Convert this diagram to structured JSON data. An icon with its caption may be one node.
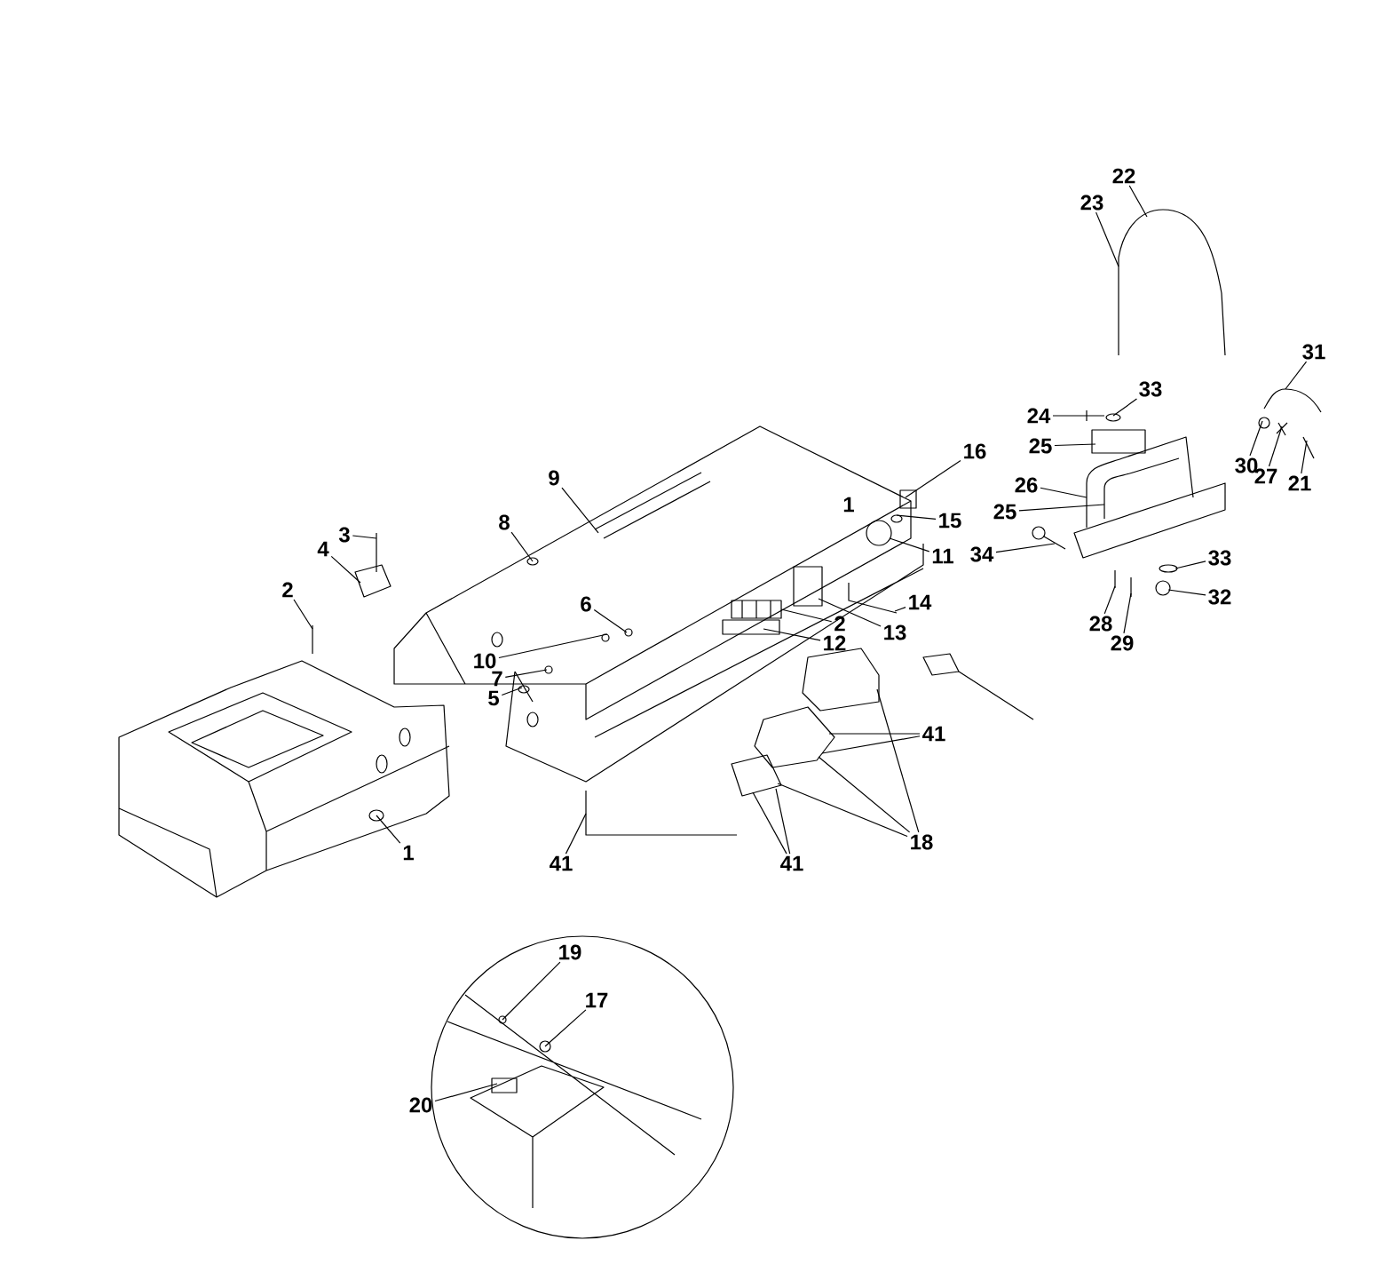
{
  "diagram": {
    "nodes": [
      {
        "text": [
          "22"
        ]
      },
      {
        "text": [
          "23"
        ]
      },
      {
        "text": [
          "31"
        ]
      },
      {
        "text": [
          "33"
        ]
      },
      {
        "text": [
          "24"
        ]
      },
      {
        "text": [
          "25"
        ]
      },
      {
        "text": [
          "30"
        ]
      },
      {
        "text": [
          "27"
        ]
      },
      {
        "text": [
          "21"
        ]
      },
      {
        "text": [
          "16"
        ]
      },
      {
        "text": [
          "26"
        ]
      },
      {
        "text": [
          "9"
        ]
      },
      {
        "text": [
          "25"
        ]
      },
      {
        "text": [
          "15"
        ]
      },
      {
        "text": [
          "8"
        ]
      },
      {
        "text": [
          "3"
        ]
      },
      {
        "text": [
          "4"
        ]
      },
      {
        "text": [
          "34"
        ]
      },
      {
        "text": [
          "11"
        ]
      },
      {
        "text": [
          "33"
        ]
      },
      {
        "text": [
          "2"
        ]
      },
      {
        "text": [
          "6"
        ]
      },
      {
        "text": [
          "14"
        ]
      },
      {
        "text": [
          "32"
        ]
      },
      {
        "text": [
          "2"
        ]
      },
      {
        "text": [
          "28"
        ]
      },
      {
        "text": [
          "13"
        ]
      },
      {
        "text": [
          "12"
        ]
      },
      {
        "text": [
          "29"
        ]
      },
      {
        "text": [
          "10"
        ]
      },
      {
        "text": [
          "7"
        ]
      },
      {
        "text": [
          "5"
        ]
      },
      {
        "text": [
          "41"
        ]
      },
      {
        "text": [
          "18"
        ]
      },
      {
        "text": [
          "1"
        ]
      },
      {
        "text": [
          "41"
        ]
      },
      {
        "text": [
          "41"
        ]
      },
      {
        "text": [
          "19"
        ]
      },
      {
        "text": [
          "17"
        ]
      },
      {
        "text": [
          "20"
        ]
      },
      {
        "text": [],
        "shape": "picture"
      },
      {
        "text": [],
        "shape": "picture"
      },
      {
        "text": [],
        "shape": "circle"
      },
      {
        "text": [],
        "shape": "picture"
      },
      {
        "text": [],
        "shape": "box"
      },
      {
        "text": [],
        "shape": "picture"
      },
      {
        "text": [],
        "shape": "circle"
      },
      {
        "text": [],
        "shape": "picture"
      },
      {
        "text": [],
        "shape": "picture"
      },
      {
        "text": [],
        "shape": "picture"
      },
      {
        "text": [],
        "shape": "circle"
      },
      {
        "text": [],
        "shape": "circle"
      },
      {
        "text": [],
        "shape": "picture"
      },
      {
        "text": [],
        "shape": "picture"
      },
      {
        "text": [],
        "shape": "picture"
      },
      {
        "text": [],
        "shape": "circle"
      },
      {
        "text": [],
        "shape": "box"
      },
      {
        "text": [],
        "shape": "circle"
      },
      {
        "text": [],
        "shape": "circle"
      },
      {
        "text": [],
        "shape": "circle"
      },
      {
        "text": [],
        "shape": "circle"
      },
      {
        "text": [],
        "shape": "circle"
      },
      {
        "text": [],
        "shape": "circle"
      },
      {
        "text": [],
        "shape": "picture"
      },
      {
        "text": [],
        "shape": "box"
      },
      {
        "text": [],
        "shape": "box"
      },
      {
        "text": [],
        "shape": "picture"
      },
      {
        "text": [],
        "shape": "picture"
      },
      {
        "text": [],
        "shape": "circle"
      },
      {
        "text": [],
        "shape": "picture"
      },
      {
        "text": [],
        "shape": "picture"
      },
      {
        "text": [],
        "shape": "picture"
      },
      {
        "text": [],
        "shape": "picture"
      },
      {
        "text": [],
        "shape": "picture"
      },
      {
        "text": [],
        "shape": "picture"
      },
      {
        "text": [],
        "shape": "circle"
      },
      {
        "text": [],
        "shape": "circle"
      },
      {
        "text": [],
        "shape": "box"
      }
    ],
    "edges": [
      {
        "from": 0,
        "to": 40,
        "arrow": "none"
      },
      {
        "from": 1,
        "to": 40,
        "arrow": "none"
      },
      {
        "from": 2,
        "to": 45,
        "arrow": "none"
      },
      {
        "from": 3,
        "to": 42,
        "arrow": "none"
      },
      {
        "from": 4,
        "to": 43,
        "arrow": "none"
      },
      {
        "from": 5,
        "to": 44,
        "arrow": "none"
      },
      {
        "from": 6,
        "to": 46,
        "arrow": "none"
      },
      {
        "from": 7,
        "to": 47,
        "arrow": "none"
      },
      {
        "from": 8,
        "to": 48,
        "arrow": "none"
      },
      {
        "from": 9,
        "to": 56,
        "arrow": "none"
      },
      {
        "from": 10,
        "to": 41,
        "arrow": "none"
      },
      {
        "from": 11,
        "to": 54,
        "arrow": "none"
      },
      {
        "from": 12,
        "to": 41,
        "arrow": "none"
      },
      {
        "from": 13,
        "to": 57,
        "arrow": "none"
      },
      {
        "from": 14,
        "to": 55,
        "arrow": "none"
      },
      {
        "from": 15,
        "to": 70,
        "arrow": "none"
      },
      {
        "from": 16,
        "to": 71,
        "arrow": "none"
      },
      {
        "from": 17,
        "to": 49,
        "arrow": "none"
      },
      {
        "from": 18,
        "to": 58,
        "arrow": "none"
      },
      {
        "from": 19,
        "to": 50,
        "arrow": "none"
      },
      {
        "from": 20,
        "to": 69,
        "arrow": "none"
      },
      {
        "from": 21,
        "to": 59,
        "arrow": "none"
      },
      {
        "from": 22,
        "to": 66,
        "arrow": "none"
      },
      {
        "from": 23,
        "to": 51,
        "arrow": "none"
      },
      {
        "from": 24,
        "to": 63,
        "arrow": "none"
      },
      {
        "from": 25,
        "to": 52,
        "arrow": "none"
      },
      {
        "from": 26,
        "to": 65,
        "arrow": "none"
      },
      {
        "from": 27,
        "to": 64,
        "arrow": "none"
      },
      {
        "from": 28,
        "to": 53,
        "arrow": "none"
      },
      {
        "from": 29,
        "to": 60,
        "arrow": "none"
      },
      {
        "from": 30,
        "to": 61,
        "arrow": "none"
      },
      {
        "from": 31,
        "to": 62,
        "arrow": "none"
      },
      {
        "from": 32,
        "to": 73,
        "arrow": "none"
      },
      {
        "from": 32,
        "to": 73,
        "arrow": "none"
      },
      {
        "from": 33,
        "to": 72,
        "arrow": "none"
      },
      {
        "from": 33,
        "to": 73,
        "arrow": "none"
      },
      {
        "from": 33,
        "to": 74,
        "arrow": "none"
      },
      {
        "from": 34,
        "to": 68,
        "arrow": "none"
      },
      {
        "from": 35,
        "to": 67,
        "arrow": "none"
      },
      {
        "from": 36,
        "to": 74,
        "arrow": "none"
      },
      {
        "from": 36,
        "to": 74,
        "arrow": "none"
      },
      {
        "from": 37,
        "to": 75,
        "arrow": "none"
      },
      {
        "from": 38,
        "to": 76,
        "arrow": "none"
      },
      {
        "from": 39,
        "to": 77,
        "arrow": "none"
      }
    ],
    "labels": [
      "1"
    ]
  }
}
